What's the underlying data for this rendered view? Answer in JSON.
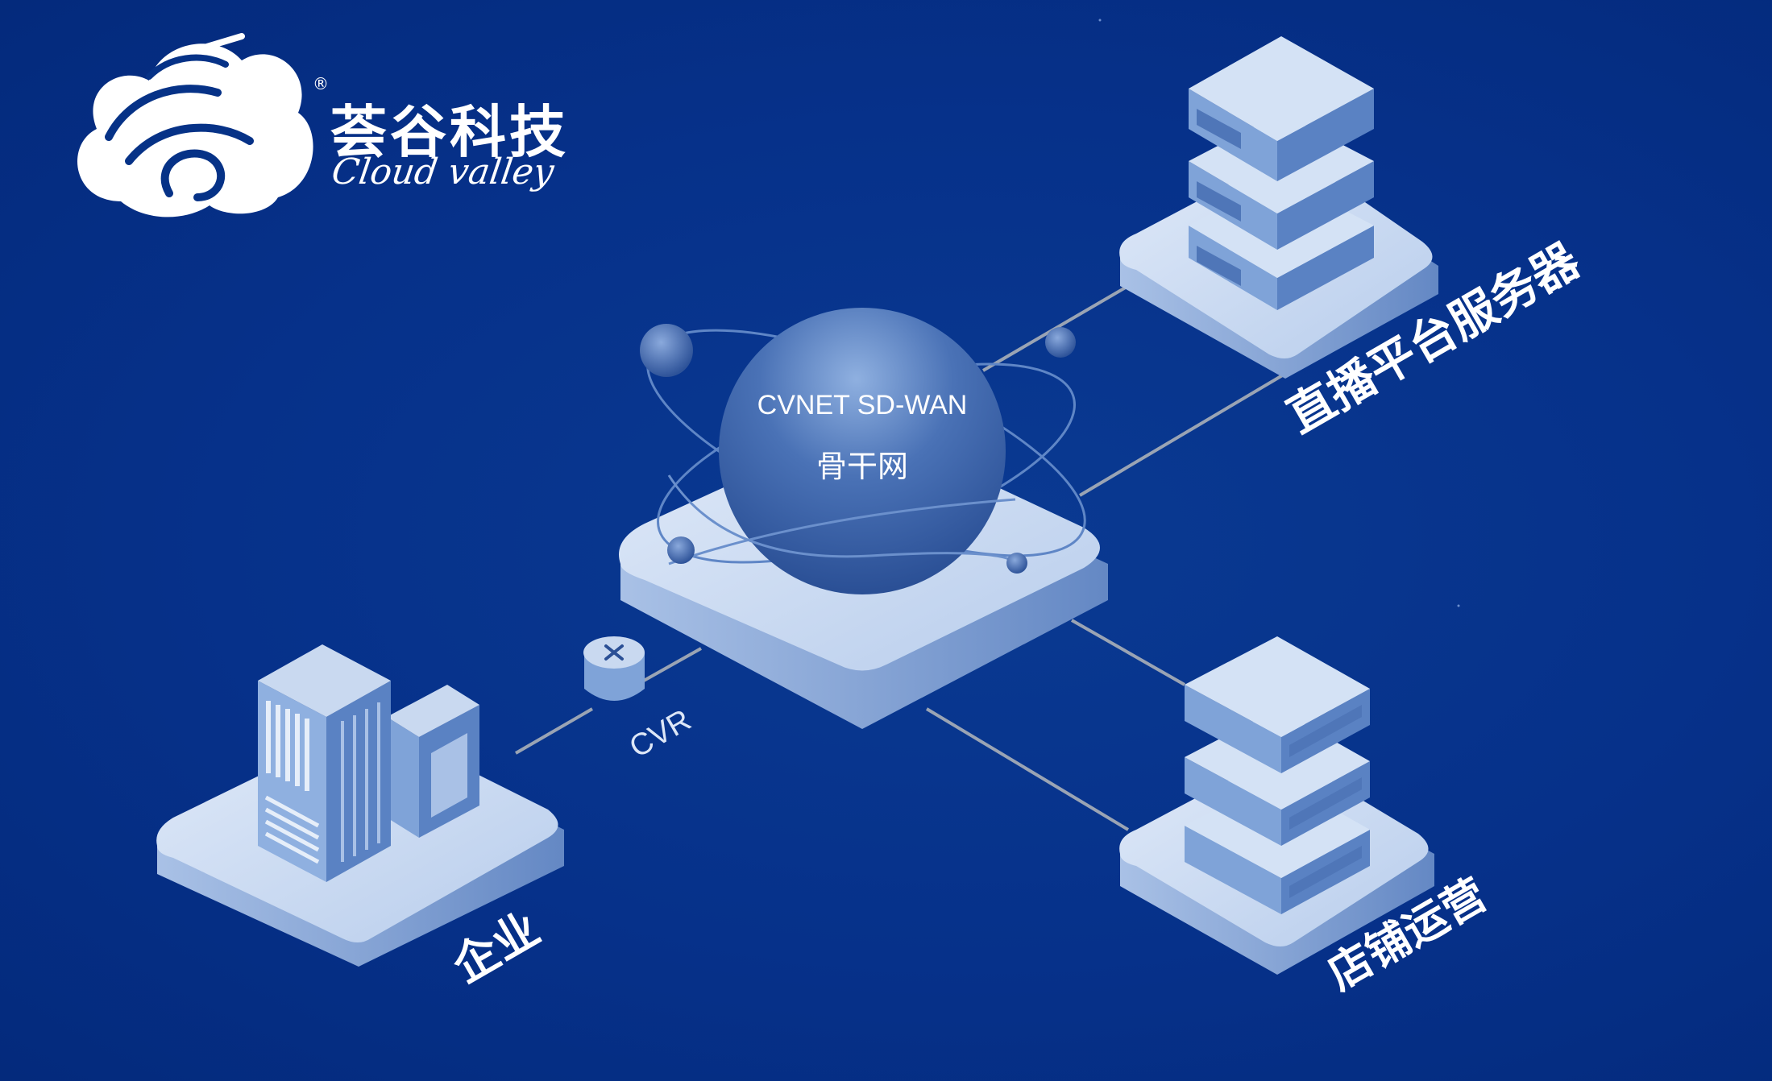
{
  "brand": {
    "name_cn": "荟谷科技",
    "name_en": "Cloud valley",
    "registered_mark": "®"
  },
  "hub": {
    "title": "CVNET SD-WAN",
    "subtitle": "骨干网"
  },
  "nodes": {
    "live_platform": "直播平台服务器",
    "store_ops": "店铺运营",
    "enterprise": "企业",
    "cvr": "CVR"
  },
  "colors": {
    "background": "#063287",
    "platform_light": "#c9d9f0",
    "platform_side": "#7d9ed3",
    "server_top": "#d4e2f5",
    "server_front": "#7fa3d8",
    "sphere": "#4670b4",
    "link": "#9aa4b4"
  }
}
